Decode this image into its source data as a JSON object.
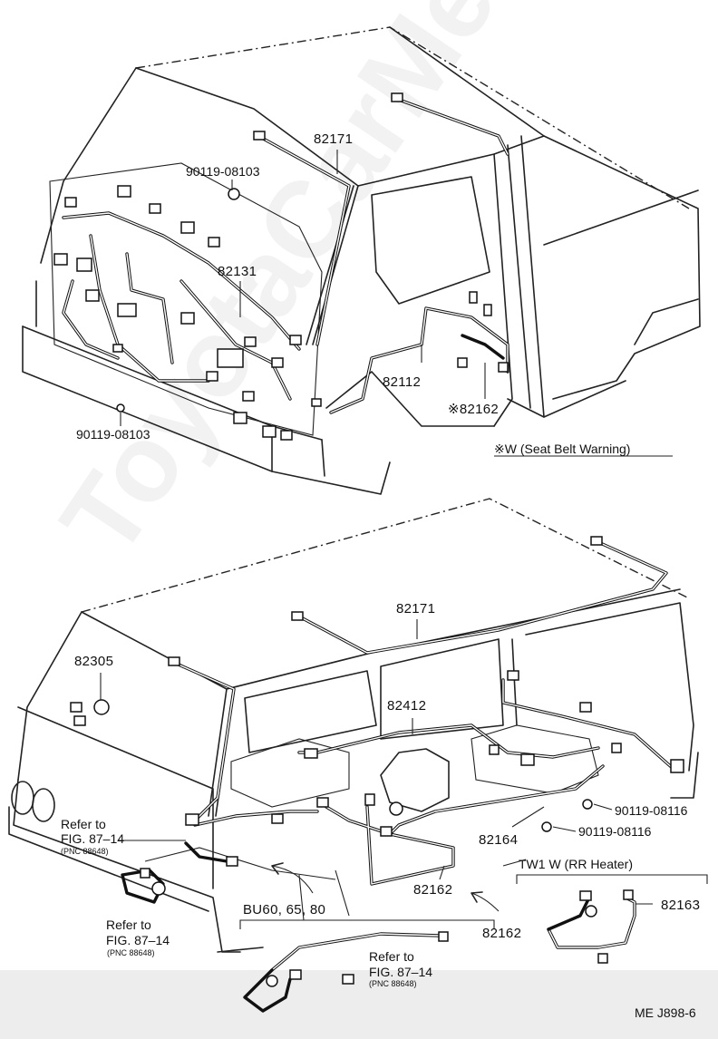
{
  "upper": {
    "callouts": {
      "p82171": "82171",
      "p90119_08103_top": "90119-08103",
      "p82131": "82131",
      "p82112": "82112",
      "p82162": "※82162",
      "p90119_08103_bottom": "90119-08103"
    },
    "note": "※W (Seat Belt Warning)"
  },
  "lower": {
    "callouts": {
      "p82171": "82171",
      "p82305": "82305",
      "p82412": "82412",
      "p90119_08116_a": "90119-08116",
      "p90119_08116_b": "90119-08116",
      "p82164": "82164",
      "p82162_mid": "82162",
      "p82162_left": "82162",
      "p82163": "82163"
    },
    "variant_tw1w": "TW1  W  (RR Heater)",
    "variant_bu": "BU60, 65, 80",
    "refer1": {
      "line1": "Refer to",
      "line2": "FIG. 87–14",
      "pnc": "(PNC 88648)"
    },
    "refer2": {
      "line1": "Refer to",
      "line2": "FIG. 87–14",
      "pnc": "(PNC 88648)"
    },
    "refer3": {
      "line1": "Refer to",
      "line2": "FIG. 87–14",
      "pnc": "(PNC 88648)"
    }
  },
  "footer": {
    "code": "ME J898-6"
  },
  "watermark": "ToyotaCarMe.ru"
}
